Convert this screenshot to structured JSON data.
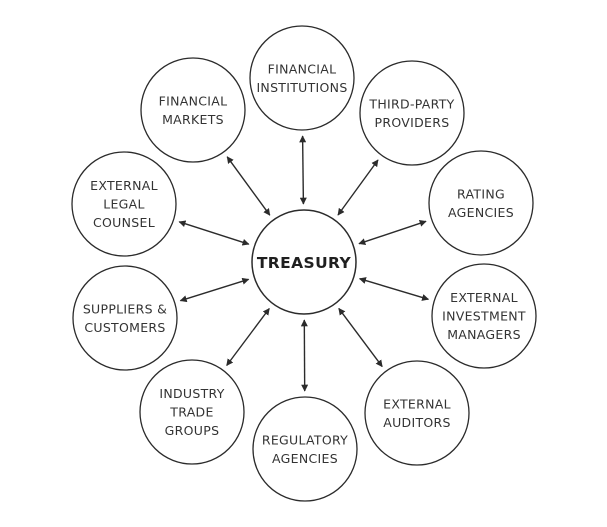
{
  "center": {
    "label": "TREASURY"
  },
  "nodes": [
    {
      "id": "financial-institutions",
      "lines": [
        "FINANCIAL",
        "INSTITUTIONS"
      ]
    },
    {
      "id": "third-party-providers",
      "lines": [
        "THIRD-PARTY",
        "PROVIDERS"
      ]
    },
    {
      "id": "rating-agencies",
      "lines": [
        "RATING",
        "AGENCIES"
      ]
    },
    {
      "id": "external-investment-managers",
      "lines": [
        "EXTERNAL",
        "INVESTMENT",
        "MANAGERS"
      ]
    },
    {
      "id": "external-auditors",
      "lines": [
        "EXTERNAL",
        "AUDITORS"
      ]
    },
    {
      "id": "regulatory-agencies",
      "lines": [
        "REGULATORY",
        "AGENCIES"
      ]
    },
    {
      "id": "industry-trade-groups",
      "lines": [
        "INDUSTRY",
        "TRADE",
        "GROUPS"
      ]
    },
    {
      "id": "suppliers-customers",
      "lines": [
        "SUPPLIERS &",
        "CUSTOMERS"
      ]
    },
    {
      "id": "external-legal-counsel",
      "lines": [
        "EXTERNAL",
        "LEGAL",
        "COUNSEL"
      ]
    },
    {
      "id": "financial-markets",
      "lines": [
        "FINANCIAL",
        "MARKETS"
      ]
    }
  ],
  "colors": {
    "stroke": "#2b2b2b",
    "text": "#333333",
    "background": "#ffffff"
  }
}
